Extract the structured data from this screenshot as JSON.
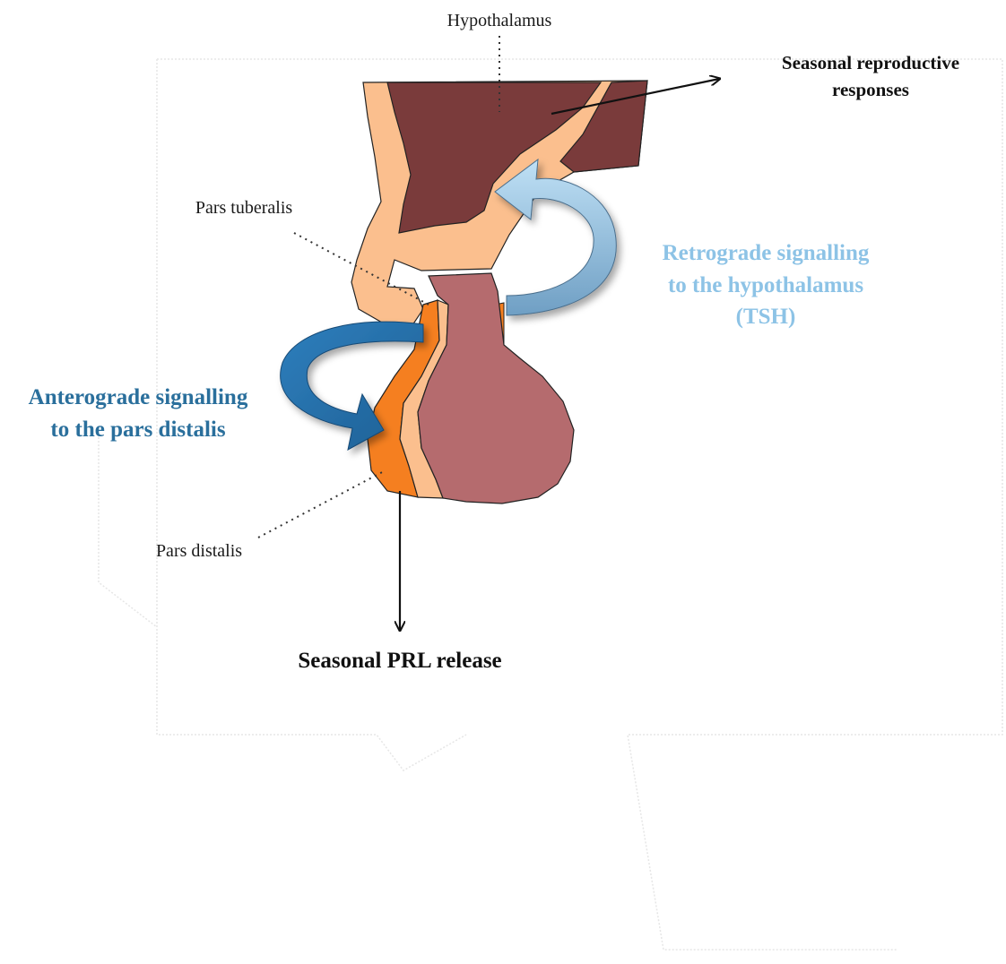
{
  "labels": {
    "hypothalamus": "Hypothalamus",
    "pars_tuberalis": "Pars tuberalis",
    "pars_distalis": "Pars distalis",
    "seasonal_reproductive_line1": "Seasonal reproductive",
    "seasonal_reproductive_line2": "responses",
    "retrograde_line1": "Retrograde signalling",
    "retrograde_line2": "to the hypothalamus",
    "retrograde_line3": "(TSH)",
    "anterograde_line1": "Anterograde signalling",
    "anterograde_line2": "to the pars distalis",
    "prl_release": "Seasonal PRL release"
  },
  "colors": {
    "hypothalamus_dark": "#7a3b3b",
    "stalk_peach": "#fbbf8e",
    "pituitary_rose": "#b56b6e",
    "pars_distalis_orange": "#f57f20",
    "retrograde_blue": "#8ec3e6",
    "anterograde_blue": "#2a78b4",
    "retrograde_text": "#8dc3e6",
    "anterograde_text": "#2a6f9c"
  }
}
